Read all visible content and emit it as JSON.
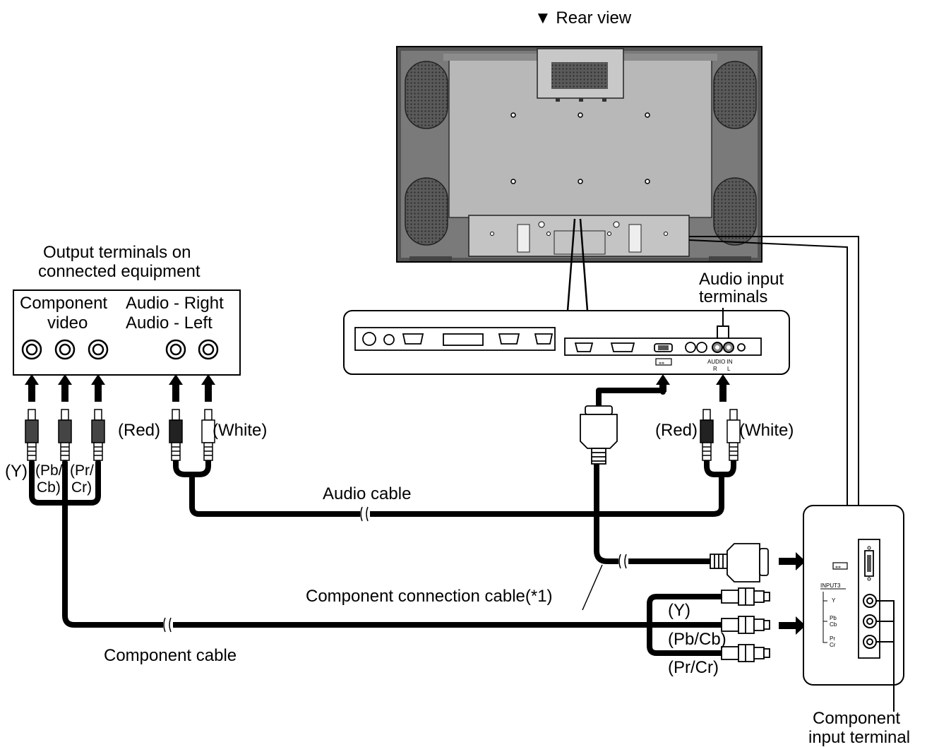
{
  "labels": {
    "rear_view": "▼ Rear view",
    "output_terminals_line1": "Output terminals on",
    "output_terminals_line2": "connected equipment",
    "component_line1": "Component",
    "component_line2": "video",
    "audio_right": "Audio - Right",
    "audio_left": "Audio - Left",
    "red_left": "(Red)",
    "white_left": "(White)",
    "y_left": "(Y)",
    "pb_line1": "(Pb/",
    "pb_line2": "Cb)",
    "pr_line1": "(Pr/",
    "pr_line2": "Cr)",
    "audio_cable": "Audio cable",
    "audio_input_line1": "Audio input",
    "audio_input_line2": "terminals",
    "red_right": "(Red)",
    "white_right": "(White)",
    "component_connection_cable": "Component connection cable(*1)",
    "component_cable": "Component cable",
    "y_right": "(Y)",
    "pbcb_right": "(Pb/Cb)",
    "prcr_right": "(Pr/Cr)",
    "component_input_line1": "Component",
    "component_input_line2": "input terminal"
  },
  "panel_marks": {
    "audio_in": "AUDIO IN",
    "r": "R",
    "l": "L",
    "input3": "INPUT3",
    "y": "Y",
    "pb": "Pb",
    "cb": "Cb",
    "pr": "Pr",
    "cr": "Cr"
  }
}
